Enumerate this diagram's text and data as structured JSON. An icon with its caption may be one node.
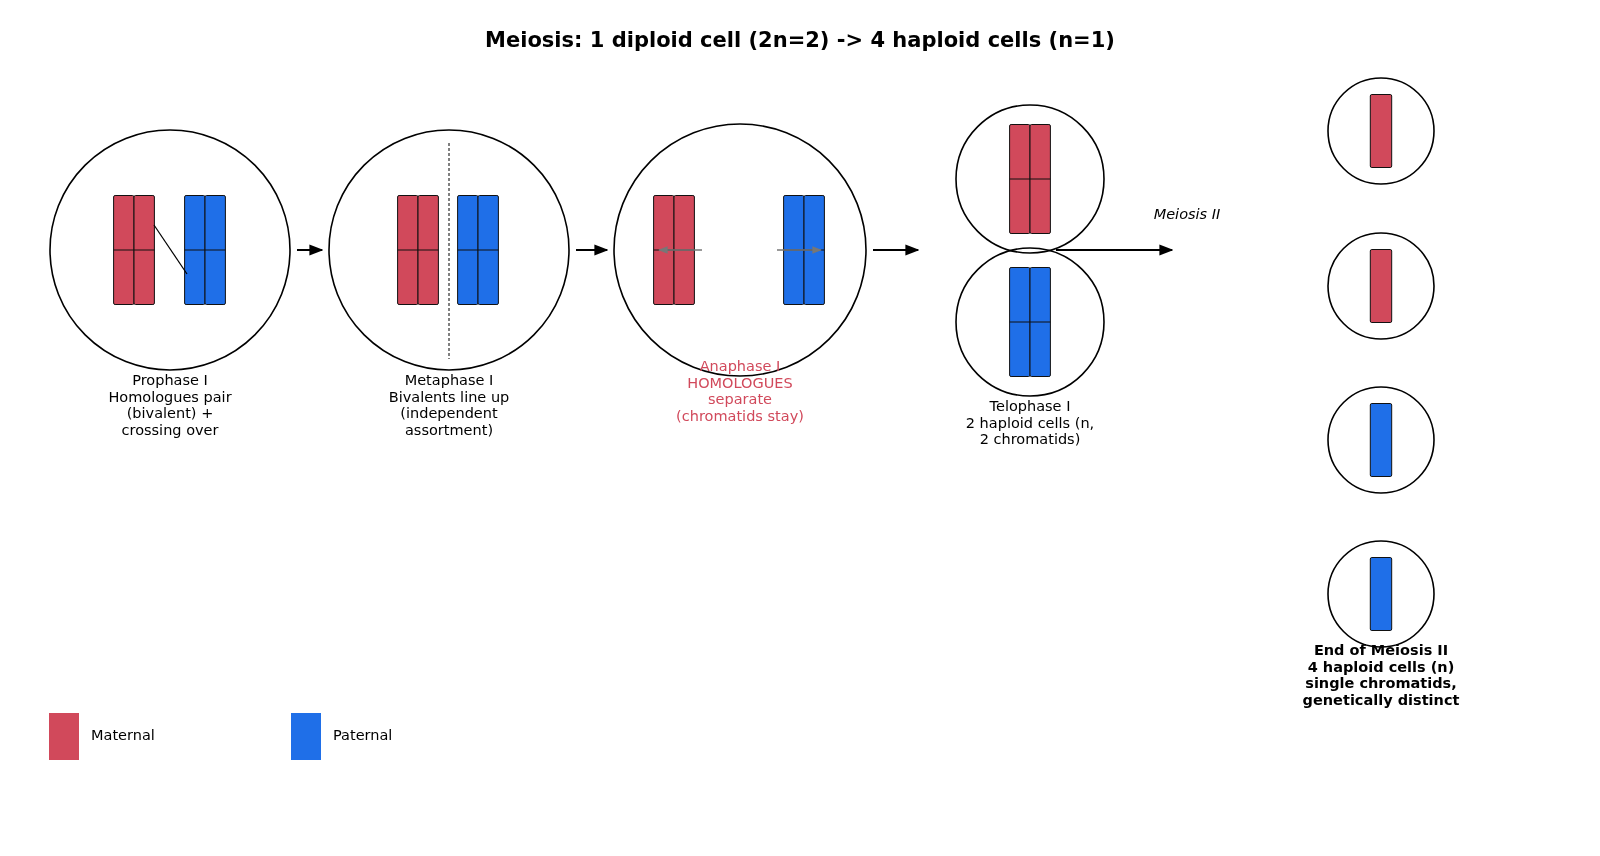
{
  "diagram": {
    "title": "Meiosis: 1 diploid cell (2n=2) -> 4 haploid cells (n=1)",
    "nodes": [
      {
        "text": [
          "Prophase I",
          "Homologues pair (bivalent) + crossing over"
        ]
      },
      {
        "text": [
          "Metaphase I",
          "Bivalents line up (independent assortment)"
        ]
      },
      {
        "text": [
          "Anaphase I",
          "HOMOLOGUES separate (chromatids stay)"
        ]
      },
      {
        "text": [],
        "shape": "circle"
      },
      {
        "text": [
          "Telophase I",
          "2 haploid cells (n, 2 chromatids)"
        ]
      },
      {
        "text": [],
        "shape": "circle"
      },
      {
        "text": [],
        "shape": "circle"
      },
      {
        "text": [],
        "shape": "circle"
      },
      {
        "text": [
          "End of Meiosis II",
          "4 haploid cells (n) single chromatids, genetically distinct"
        ]
      }
    ],
    "edges": [
      {
        "from": 0,
        "to": 1,
        "arrow": "to"
      },
      {
        "from": 1,
        "to": 2,
        "arrow": "to"
      },
      {
        "from": 2,
        "to": null,
        "arrow": "to"
      },
      {
        "from": 4,
        "to": null,
        "arrow": "to",
        "label": "Meiosis II"
      }
    ],
    "legend": [
      {
        "text": "Maternal",
        "color": "#d1495b"
      },
      {
        "text": "Paternal",
        "color": "#1f6fe8"
      }
    ]
  }
}
